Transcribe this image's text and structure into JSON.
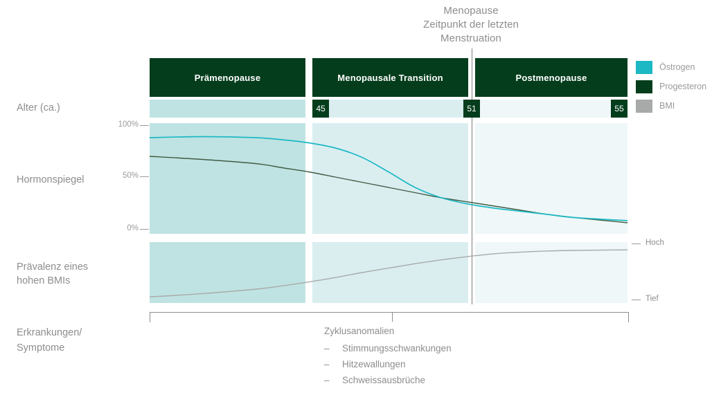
{
  "menopause_marker": {
    "line1": "Menopause",
    "line2": "Zeitpunkt der letzten",
    "line3": "Menstruation"
  },
  "phases": [
    {
      "label": "Prämenopause"
    },
    {
      "label": "Menopausale Transition"
    },
    {
      "label": "Postmenopause"
    }
  ],
  "rows": {
    "age_label": "Alter (ca.)",
    "hormone_label": "Hormonspiegel",
    "bmi_label_line1": "Prävalenz eines",
    "bmi_label_line2": "hohen BMIs",
    "symptoms_label_line1": "Erkrankungen/",
    "symptoms_label_line2": "Symptome"
  },
  "age_markers": [
    {
      "value": "45"
    },
    {
      "value": "51"
    },
    {
      "value": "55"
    }
  ],
  "hormone_axis": {
    "ticks": [
      "100%",
      "50%",
      "0%"
    ]
  },
  "bmi_axis": {
    "high": "Hoch",
    "low": "Tief"
  },
  "symptoms": {
    "heading": "Zyklusanomalien",
    "dash": "–",
    "items": [
      "Stimmungsschwankungen",
      "Hitzewallungen",
      "Schweissausbrüche"
    ]
  },
  "legend": [
    {
      "label": "Östrogen",
      "color": "#1cb8c4"
    },
    {
      "label": "Progesteron",
      "color": "#043d1c"
    },
    {
      "label": "BMI",
      "color": "#a8aaa9"
    }
  ],
  "colors": {
    "phase_header": "#043d1c",
    "panel_1": "#bfe3e2",
    "panel_2": "#daeef0",
    "panel_3": "#eff7f8",
    "estrogen": "#1cb8c4",
    "progesterone": "#3f5c43",
    "bmi": "#a8aaa9",
    "text": "#8d8d8d",
    "menopause_line": "#7d7d7d"
  },
  "chart_data": [
    {
      "type": "line",
      "title": "Hormonspiegel",
      "xlabel": "Alter (ca.)",
      "ylabel": "Hormonspiegel",
      "ylim": [
        0,
        100
      ],
      "yticks": [
        0,
        50,
        100
      ],
      "ytick_labels": [
        "0%",
        "50%",
        "100%"
      ],
      "xlim": [
        40,
        58
      ],
      "grid": false,
      "legend_position": "right",
      "annotations": [
        "Menopause — Zeitpunkt der letzten Menstruation bei Alter 51"
      ],
      "x": [
        40,
        42,
        44,
        45,
        46,
        47,
        48,
        49,
        50,
        51,
        52,
        53,
        54,
        55,
        56,
        58
      ],
      "series": [
        {
          "name": "Östrogen",
          "color": "#1cb8c4",
          "values": [
            88,
            89,
            88,
            86,
            83,
            78,
            69,
            55,
            40,
            30,
            24,
            20,
            17,
            14,
            11,
            8
          ]
        },
        {
          "name": "Progesteron",
          "color": "#3f5c43",
          "values": [
            70,
            67,
            63,
            59,
            55,
            50,
            45,
            40,
            35,
            30,
            26,
            22,
            18,
            14,
            11,
            6
          ]
        }
      ]
    },
    {
      "type": "line",
      "title": "Prävalenz eines hohen BMIs",
      "xlabel": "Alter (ca.)",
      "ylabel": "Prävalenz eines hohen BMIs",
      "ylim": [
        0,
        100
      ],
      "ytick_labels": [
        "Tief",
        "Hoch"
      ],
      "xlim": [
        40,
        58
      ],
      "grid": false,
      "x": [
        40,
        42,
        44,
        45,
        46,
        47,
        48,
        49,
        50,
        51,
        52,
        53,
        54,
        55,
        56,
        58
      ],
      "series": [
        {
          "name": "BMI",
          "color": "#a8aaa9",
          "values": [
            6,
            12,
            20,
            26,
            33,
            41,
            50,
            58,
            66,
            73,
            79,
            84,
            87,
            89,
            90,
            91
          ]
        }
      ]
    }
  ]
}
